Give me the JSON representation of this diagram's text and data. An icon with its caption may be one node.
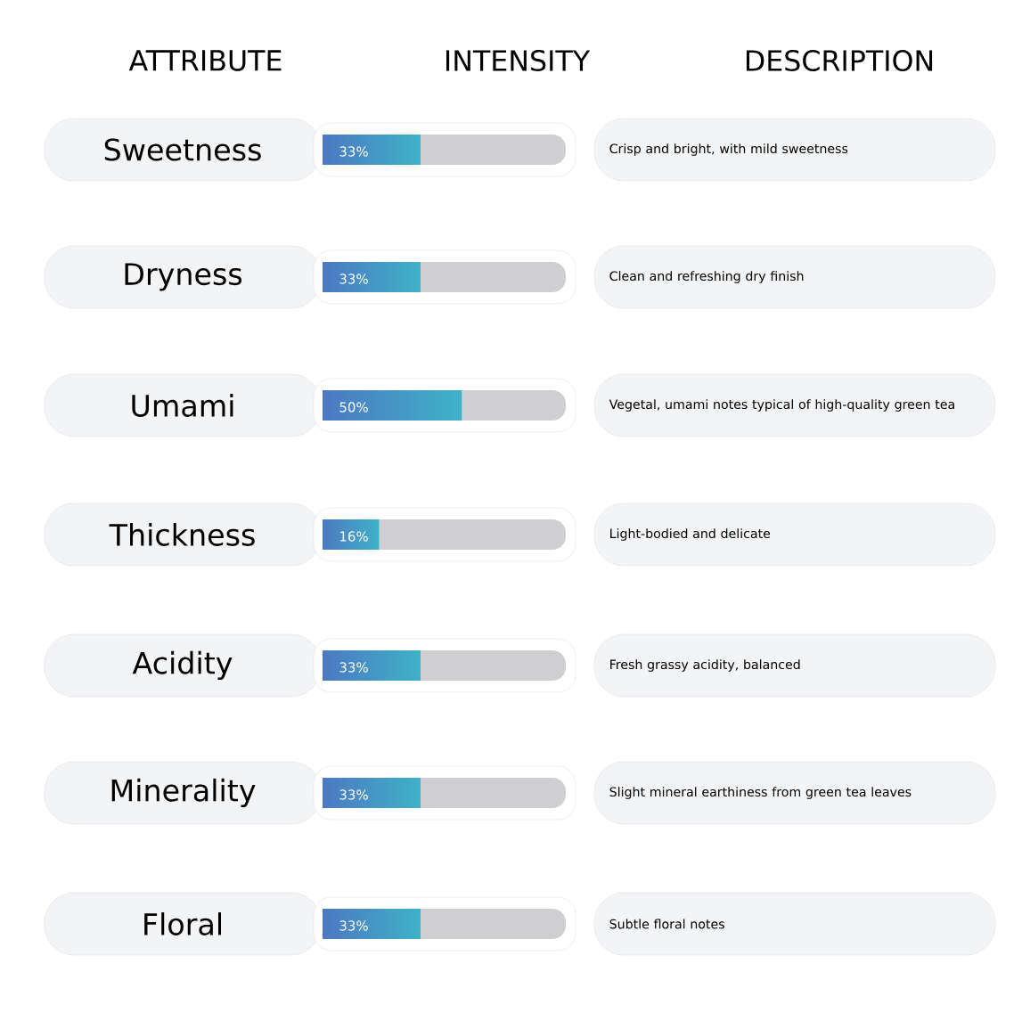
{
  "diagram": {
    "nodes": [
      {
        "text": [
          "Sweetness"
        ]
      },
      {
        "text": [
          "33%"
        ]
      },
      {
        "text": [
          "Crisp and bright, with mild sweetness"
        ]
      },
      {
        "text": [
          "Dryness"
        ]
      },
      {
        "text": [
          "33%"
        ]
      },
      {
        "text": [
          "Clean and refreshing dry finish"
        ]
      },
      {
        "text": [
          "Umami"
        ]
      },
      {
        "text": [
          "50%"
        ]
      },
      {
        "text": [
          "Vegetal, umami notes typical of high-quality green tea"
        ]
      },
      {
        "text": [
          "Thickness"
        ]
      },
      {
        "text": [
          "16%"
        ]
      },
      {
        "text": [
          "Light-bodied and delicate"
        ]
      },
      {
        "text": [
          "Acidity"
        ]
      },
      {
        "text": [
          "33%"
        ]
      },
      {
        "text": [
          "Fresh grassy acidity, balanced"
        ]
      },
      {
        "text": [
          "Minerality"
        ]
      },
      {
        "text": [
          "33%"
        ]
      },
      {
        "text": [
          "Slight mineral earthiness from green tea leaves"
        ]
      },
      {
        "text": [
          "Floral"
        ]
      },
      {
        "text": [
          "33%"
        ]
      },
      {
        "text": [
          "Subtle floral notes"
        ]
      }
    ],
    "labels": [
      "ATTRIBUTE",
      "INTENSITY",
      "DESCRIPTION"
    ]
  }
}
